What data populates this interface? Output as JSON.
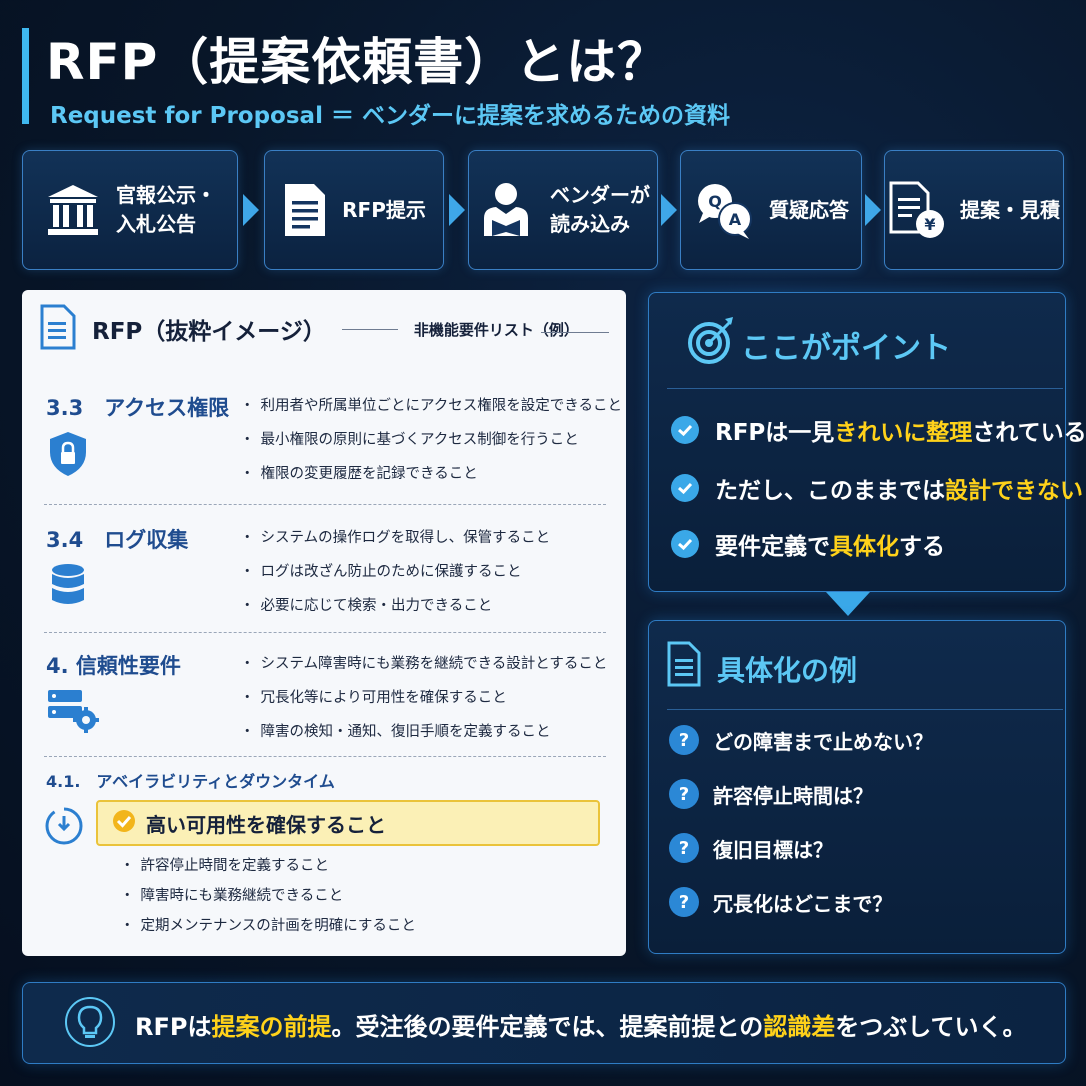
{
  "header": {
    "title": "RFP（提案依頼書）とは？",
    "subtitle": "Request for Proposal ＝ ベンダーに提案を求めるための資料"
  },
  "flow": [
    {
      "label": "官報公示・\n入札公告",
      "icon": "government-building-icon"
    },
    {
      "label": "RFP提示",
      "icon": "document-icon"
    },
    {
      "label": "ベンダーが\n読み込み",
      "icon": "person-reading-icon"
    },
    {
      "label": "質疑応答",
      "icon": "qa-bubbles-icon"
    },
    {
      "label": "提案・見積",
      "icon": "document-yen-icon"
    }
  ],
  "rfp_excerpt": {
    "title": "RFP（抜粋イメージ）",
    "subtitle": "非機能要件リスト（例）",
    "sections": [
      {
        "title": "3.3　アクセス権限",
        "icon": "shield-lock-icon",
        "items": [
          "利用者や所属単位ごとにアクセス権限を設定できること",
          "最小権限の原則に基づくアクセス制御を行うこと",
          "権限の変更履歴を記録できること"
        ]
      },
      {
        "title": "3.4　ログ収集",
        "icon": "database-icon",
        "items": [
          "システムの操作ログを取得し、保管すること",
          "ログは改ざん防止のために保護すること",
          "必要に応じて検索・出力できること"
        ]
      },
      {
        "title": "4. 信頼性要件",
        "icon": "server-gear-icon",
        "items": [
          "システム障害時にも業務を継続できる設計とすること",
          "冗長化等により可用性を確保すること",
          "障害の検知・通知、復旧手順を定義すること"
        ]
      }
    ],
    "subsection": {
      "title": "4.1.　アベイラビリティとダウンタイム",
      "highlight": "高い可用性を確保すること",
      "items": [
        "許容停止時間を定義すること",
        "障害時にも業務継続できること",
        "定期メンテナンスの計画を明確にすること"
      ]
    }
  },
  "point": {
    "title": "ここがポイント",
    "items": [
      {
        "pre": "RFPは一見",
        "hl": "きれいに整理",
        "post": "されている"
      },
      {
        "pre": "ただし、このままでは",
        "hl": "設計できない",
        "post": ""
      },
      {
        "pre": "要件定義で",
        "hl": "具体化",
        "post": "する"
      }
    ]
  },
  "examples": {
    "title": "具体化の例",
    "items": [
      "どの障害まで止めない？",
      "許容停止時間は？",
      "復旧目標は？",
      "冗長化はどこまで？"
    ]
  },
  "banner": {
    "parts": [
      {
        "t": "RFPは",
        "hl": false
      },
      {
        "t": "提案の前提",
        "hl": true
      },
      {
        "t": "。受注後の要件定義では、提案前提との",
        "hl": false
      },
      {
        "t": "認識差",
        "hl": true
      },
      {
        "t": "をつぶしていく。",
        "hl": false
      }
    ]
  },
  "colors": {
    "accent": "#3fb8ef",
    "highlight": "#ffd21a",
    "background": "#081629"
  }
}
